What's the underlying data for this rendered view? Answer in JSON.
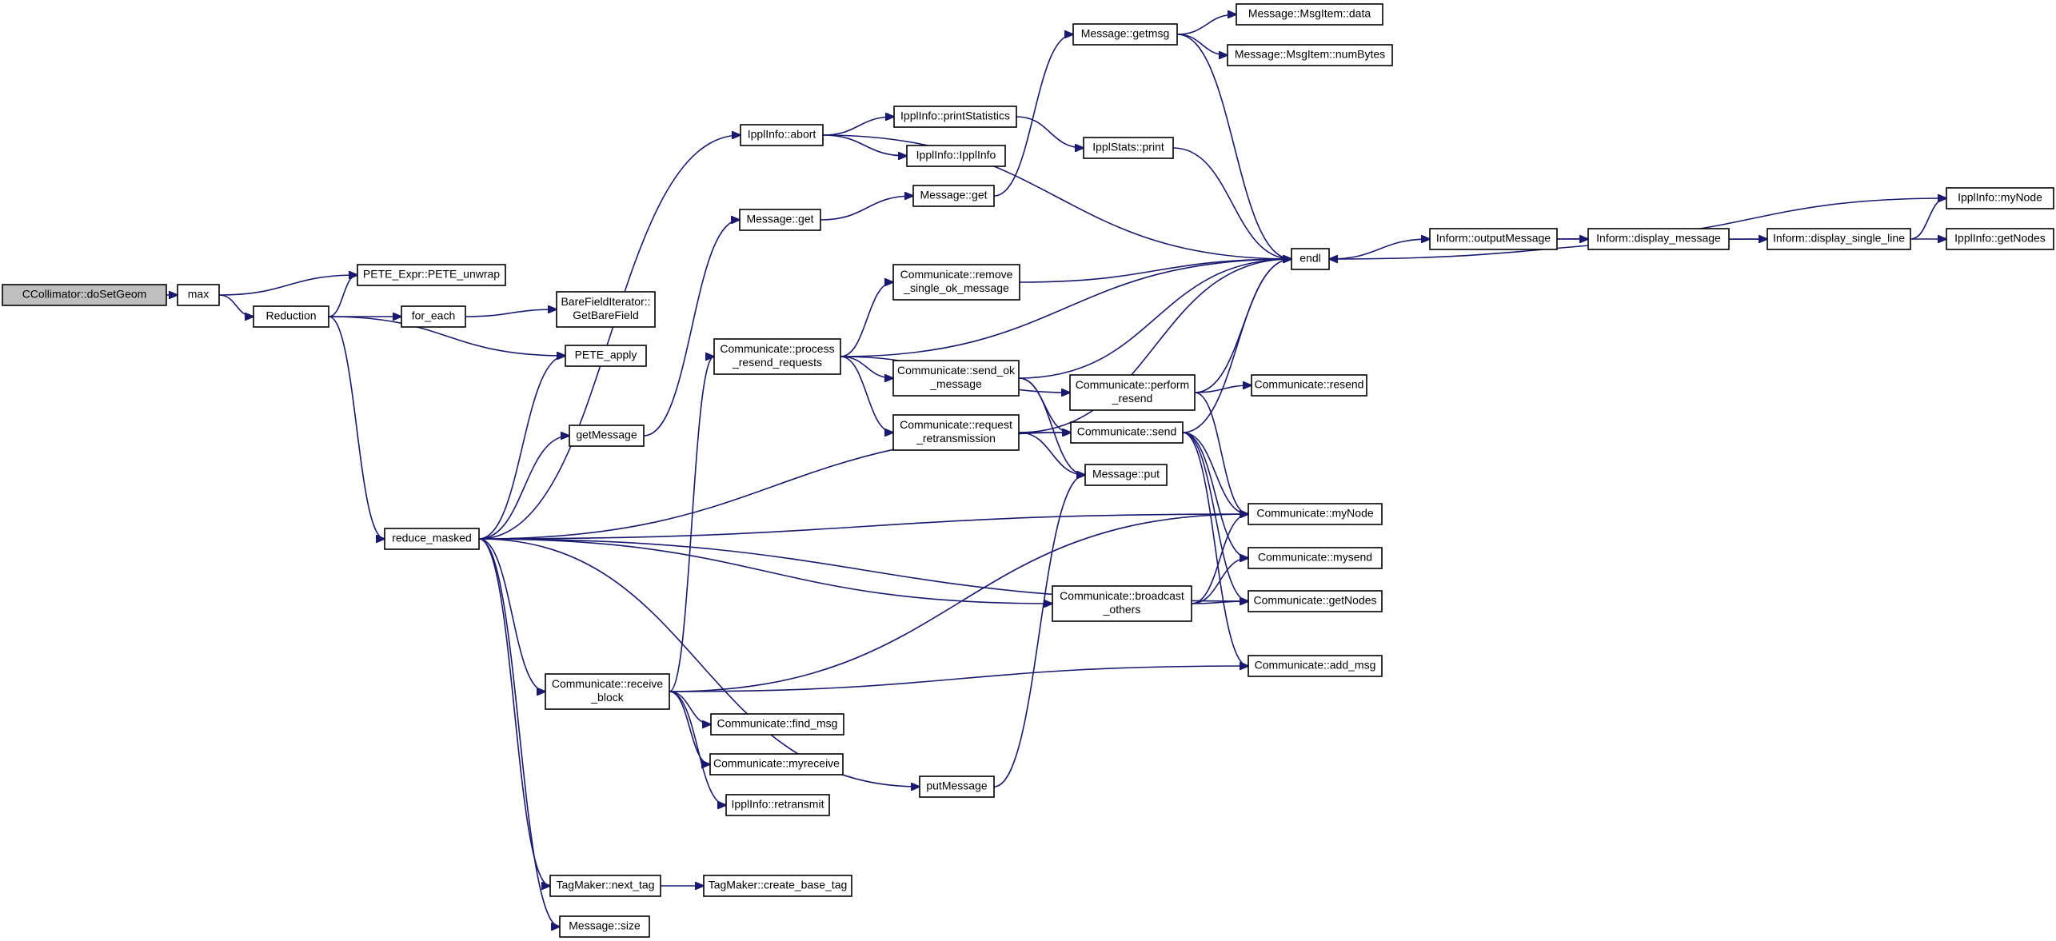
{
  "diagram": {
    "type": "call-graph",
    "colors": {
      "edge": "#191970",
      "root_fill": "#bfbfbf",
      "node_fill": "#ffffff",
      "node_border": "#000000"
    },
    "nodes": [
      {
        "id": "n0",
        "lines": [
          "CCollimator::doSetGeom"
        ],
        "root": true
      },
      {
        "id": "n1",
        "lines": [
          "max"
        ]
      },
      {
        "id": "n2",
        "lines": [
          "PETE_Expr::PETE_unwrap"
        ]
      },
      {
        "id": "n3",
        "lines": [
          "Reduction"
        ]
      },
      {
        "id": "n4",
        "lines": [
          "for_each"
        ]
      },
      {
        "id": "n5",
        "lines": [
          "BareFieldIterator::",
          "GetBareField"
        ]
      },
      {
        "id": "n6",
        "lines": [
          "PETE_apply"
        ]
      },
      {
        "id": "n7",
        "lines": [
          "reduce_masked"
        ]
      },
      {
        "id": "n8",
        "lines": [
          "getMessage"
        ]
      },
      {
        "id": "n9",
        "lines": [
          "IpplInfo::abort"
        ]
      },
      {
        "id": "n10",
        "lines": [
          "IpplInfo::printStatistics"
        ]
      },
      {
        "id": "n11",
        "lines": [
          "IpplInfo::IpplInfo"
        ]
      },
      {
        "id": "n12",
        "lines": [
          "Message::get"
        ]
      },
      {
        "id": "n13",
        "lines": [
          "Message::get"
        ]
      },
      {
        "id": "n14",
        "lines": [
          "Message::getmsg"
        ]
      },
      {
        "id": "n15",
        "lines": [
          "Message::MsgItem::data"
        ]
      },
      {
        "id": "n16",
        "lines": [
          "Message::MsgItem::numBytes"
        ]
      },
      {
        "id": "n17",
        "lines": [
          "IpplStats::print"
        ]
      },
      {
        "id": "n18",
        "lines": [
          "Communicate::process",
          "_resend_requests"
        ]
      },
      {
        "id": "n19",
        "lines": [
          "Communicate::remove",
          "_single_ok_message"
        ]
      },
      {
        "id": "n20",
        "lines": [
          "Communicate::send_ok",
          "_message"
        ]
      },
      {
        "id": "n21",
        "lines": [
          "Communicate::request",
          "_retransmission"
        ]
      },
      {
        "id": "n22",
        "lines": [
          "Communicate::perform",
          "_resend"
        ]
      },
      {
        "id": "n23",
        "lines": [
          "Communicate::resend"
        ]
      },
      {
        "id": "n24",
        "lines": [
          "Communicate::send"
        ]
      },
      {
        "id": "n25",
        "lines": [
          "Message::put"
        ]
      },
      {
        "id": "n26",
        "lines": [
          "endl"
        ]
      },
      {
        "id": "n27",
        "lines": [
          "Inform::outputMessage"
        ]
      },
      {
        "id": "n28",
        "lines": [
          "Inform::display_message"
        ]
      },
      {
        "id": "n29",
        "lines": [
          "Inform::display_single_line"
        ]
      },
      {
        "id": "n30",
        "lines": [
          "IpplInfo::myNode"
        ]
      },
      {
        "id": "n31",
        "lines": [
          "IpplInfo::getNodes"
        ]
      },
      {
        "id": "n32",
        "lines": [
          "Communicate::myNode"
        ]
      },
      {
        "id": "n33",
        "lines": [
          "Communicate::mysend"
        ]
      },
      {
        "id": "n34",
        "lines": [
          "Communicate::getNodes"
        ]
      },
      {
        "id": "n35",
        "lines": [
          "Communicate::add_msg"
        ]
      },
      {
        "id": "n36",
        "lines": [
          "Communicate::broadcast",
          "_others"
        ]
      },
      {
        "id": "n37",
        "lines": [
          "Communicate::receive",
          "_block"
        ]
      },
      {
        "id": "n38",
        "lines": [
          "Communicate::find_msg"
        ]
      },
      {
        "id": "n39",
        "lines": [
          "Communicate::myreceive"
        ]
      },
      {
        "id": "n40",
        "lines": [
          "IpplInfo::retransmit"
        ]
      },
      {
        "id": "n41",
        "lines": [
          "putMessage"
        ]
      },
      {
        "id": "n42",
        "lines": [
          "TagMaker::next_tag"
        ]
      },
      {
        "id": "n43",
        "lines": [
          "TagMaker::create_base_tag"
        ]
      },
      {
        "id": "n44",
        "lines": [
          "Message::size"
        ]
      }
    ],
    "edges": [
      [
        "n0",
        "n1"
      ],
      [
        "n1",
        "n2"
      ],
      [
        "n1",
        "n3"
      ],
      [
        "n3",
        "n2"
      ],
      [
        "n3",
        "n4"
      ],
      [
        "n3",
        "n6"
      ],
      [
        "n3",
        "n7"
      ],
      [
        "n4",
        "n5"
      ],
      [
        "n7",
        "n6"
      ],
      [
        "n7",
        "n9"
      ],
      [
        "n7",
        "n8"
      ],
      [
        "n7",
        "n24"
      ],
      [
        "n7",
        "n32"
      ],
      [
        "n7",
        "n36"
      ],
      [
        "n7",
        "n34"
      ],
      [
        "n7",
        "n37"
      ],
      [
        "n7",
        "n41"
      ],
      [
        "n7",
        "n42"
      ],
      [
        "n7",
        "n44"
      ],
      [
        "n8",
        "n12"
      ],
      [
        "n9",
        "n10"
      ],
      [
        "n9",
        "n11"
      ],
      [
        "n9",
        "n26"
      ],
      [
        "n10",
        "n17"
      ],
      [
        "n17",
        "n26"
      ],
      [
        "n12",
        "n13"
      ],
      [
        "n13",
        "n14"
      ],
      [
        "n14",
        "n15"
      ],
      [
        "n14",
        "n16"
      ],
      [
        "n14",
        "n26"
      ],
      [
        "n18",
        "n26"
      ],
      [
        "n18",
        "n19"
      ],
      [
        "n18",
        "n20"
      ],
      [
        "n18",
        "n21"
      ],
      [
        "n18",
        "n22"
      ],
      [
        "n19",
        "n26"
      ],
      [
        "n20",
        "n26"
      ],
      [
        "n20",
        "n24"
      ],
      [
        "n20",
        "n25"
      ],
      [
        "n21",
        "n26"
      ],
      [
        "n21",
        "n24"
      ],
      [
        "n21",
        "n25"
      ],
      [
        "n22",
        "n26"
      ],
      [
        "n22",
        "n23"
      ],
      [
        "n22",
        "n32"
      ],
      [
        "n24",
        "n32"
      ],
      [
        "n24",
        "n33"
      ],
      [
        "n24",
        "n34"
      ],
      [
        "n24",
        "n35"
      ],
      [
        "n24",
        "n26"
      ],
      [
        "n26",
        "n27"
      ],
      [
        "n27",
        "n28"
      ],
      [
        "n27",
        "n30"
      ],
      [
        "n28",
        "n29"
      ],
      [
        "n29",
        "n30"
      ],
      [
        "n29",
        "n31"
      ],
      [
        "n29",
        "n26"
      ],
      [
        "n36",
        "n32"
      ],
      [
        "n36",
        "n33"
      ],
      [
        "n36",
        "n34"
      ],
      [
        "n37",
        "n18"
      ],
      [
        "n37",
        "n32"
      ],
      [
        "n37",
        "n35"
      ],
      [
        "n37",
        "n38"
      ],
      [
        "n37",
        "n39"
      ],
      [
        "n37",
        "n40"
      ],
      [
        "n41",
        "n25"
      ],
      [
        "n42",
        "n43"
      ]
    ]
  }
}
